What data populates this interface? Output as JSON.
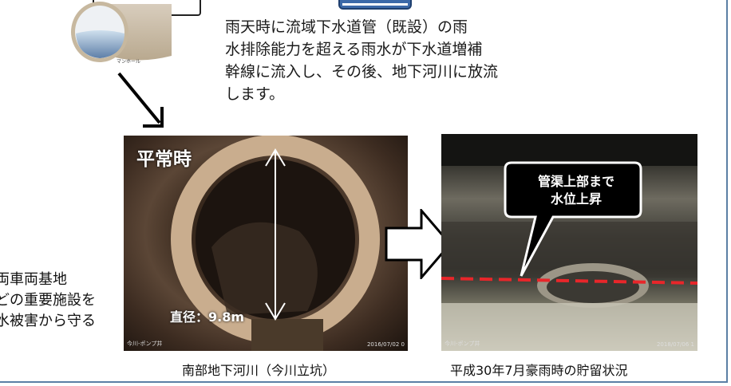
{
  "description": {
    "line1": "雨天時に流域下水道管（既設）の雨",
    "line2": "水排除能力を超える雨水が下水道増補",
    "line3": "幹線に流入し、その後、地下河川に放流",
    "line4": "します。"
  },
  "manhole": {
    "label": "マンホール"
  },
  "photo_left": {
    "label": "平常時",
    "diameter": "直径：9.8m",
    "watermark_left": "今川-ポンプ井",
    "watermark_right": "2016/07/02 0",
    "caption": "南部地下河川（今川立坑）"
  },
  "photo_right": {
    "callout_line1": "管渠上部まで",
    "callout_line2": "水位上昇",
    "watermark_left": "今川-ポンプ井",
    "watermark_right": "2018/07/06 1",
    "caption": "平成30年7月豪雨時の貯留状況"
  },
  "left_text": {
    "line1": "両車両基地",
    "line2": "どの重要施設を",
    "line3": "水被害から守る"
  },
  "colors": {
    "water_line": "#e8262a",
    "frame": "#5b7fa5"
  }
}
